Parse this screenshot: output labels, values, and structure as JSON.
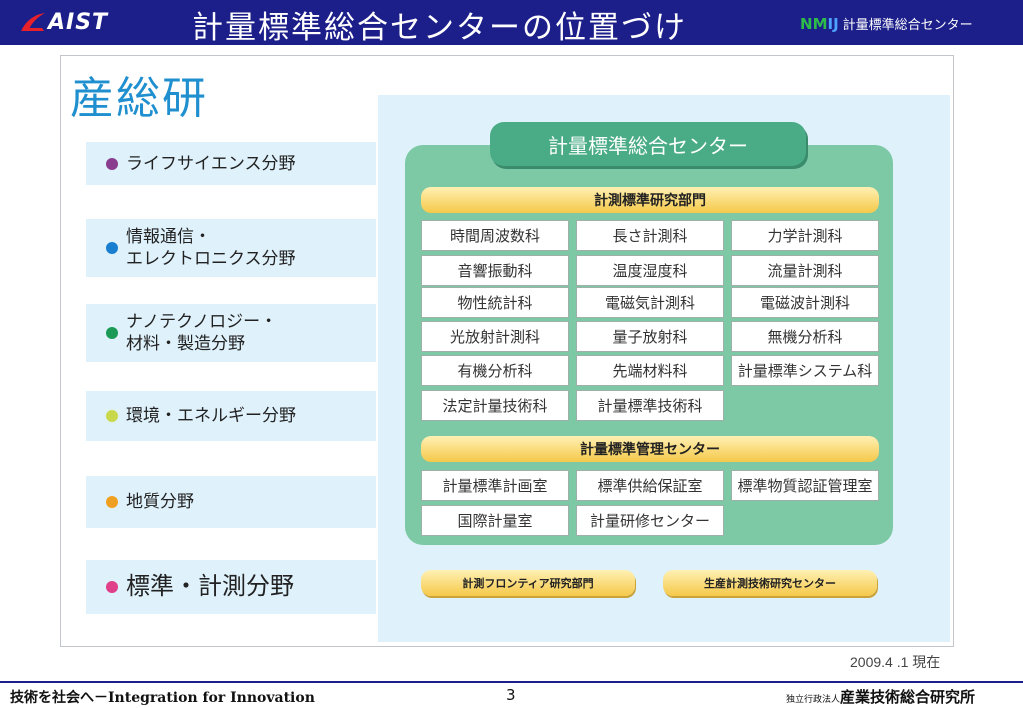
{
  "header": {
    "logo_text": "AIST",
    "title": "計量標準総合センターの位置づけ",
    "nmij_mark": {
      "n": "N",
      "m": "M",
      "ij": "IJ"
    },
    "nmij_label": "計量標準総合センター",
    "background_color": "#1c1f8a"
  },
  "aist_jp": "産総研",
  "fields": [
    {
      "label": "ライフサイエンス分野",
      "dot_color": "#8a3c8f"
    },
    {
      "label": "情報通信・\nエレクトロニクス分野",
      "dot_color": "#1a7fd0"
    },
    {
      "label": "ナノテクノロジー・\n材料・製造分野",
      "dot_color": "#1a9a55"
    },
    {
      "label": "環境・エネルギー分野",
      "dot_color": "#c8d84a"
    },
    {
      "label": "地質分野",
      "dot_color": "#f0a020"
    },
    {
      "label": "標準・計測分野",
      "dot_color": "#e0408a"
    }
  ],
  "center_title": "計量標準総合センター",
  "research_dept": {
    "title": "計測標準研究部門",
    "cells": [
      "時間周波数科",
      "長さ計測科",
      "力学計測科",
      "音響振動科",
      "温度湿度科",
      "流量計測科",
      "物性統計科",
      "電磁気計測科",
      "電磁波計測科",
      "光放射計測科",
      "量子放射科",
      "無機分析科",
      "有機分析科",
      "先端材料科",
      "計量標準システム科",
      "法定計量技術科",
      "計量標準技術科"
    ]
  },
  "management_center": {
    "title": "計量標準管理センター",
    "cells": [
      "計量標準計画室",
      "標準供給保証室",
      "標準物質認証管理室",
      "国際計量室",
      "計量研修センター"
    ]
  },
  "bottom_units": [
    "計測フロンティア研究部門",
    "生産計測技術研究センター"
  ],
  "date": "2009.4 .1 現在",
  "footer": {
    "left": "技術を社会へ－Integration for Innovation",
    "page_number": "3",
    "right_small": "独立行政法人",
    "right_large": "産業技術総合研究所"
  },
  "colors": {
    "panel": "#dff1fb",
    "center_green": "#7dc8a5",
    "title_green": "#4aac86",
    "bar_yellow": "#f5c94a",
    "aist_blue": "#1f8fcf"
  }
}
